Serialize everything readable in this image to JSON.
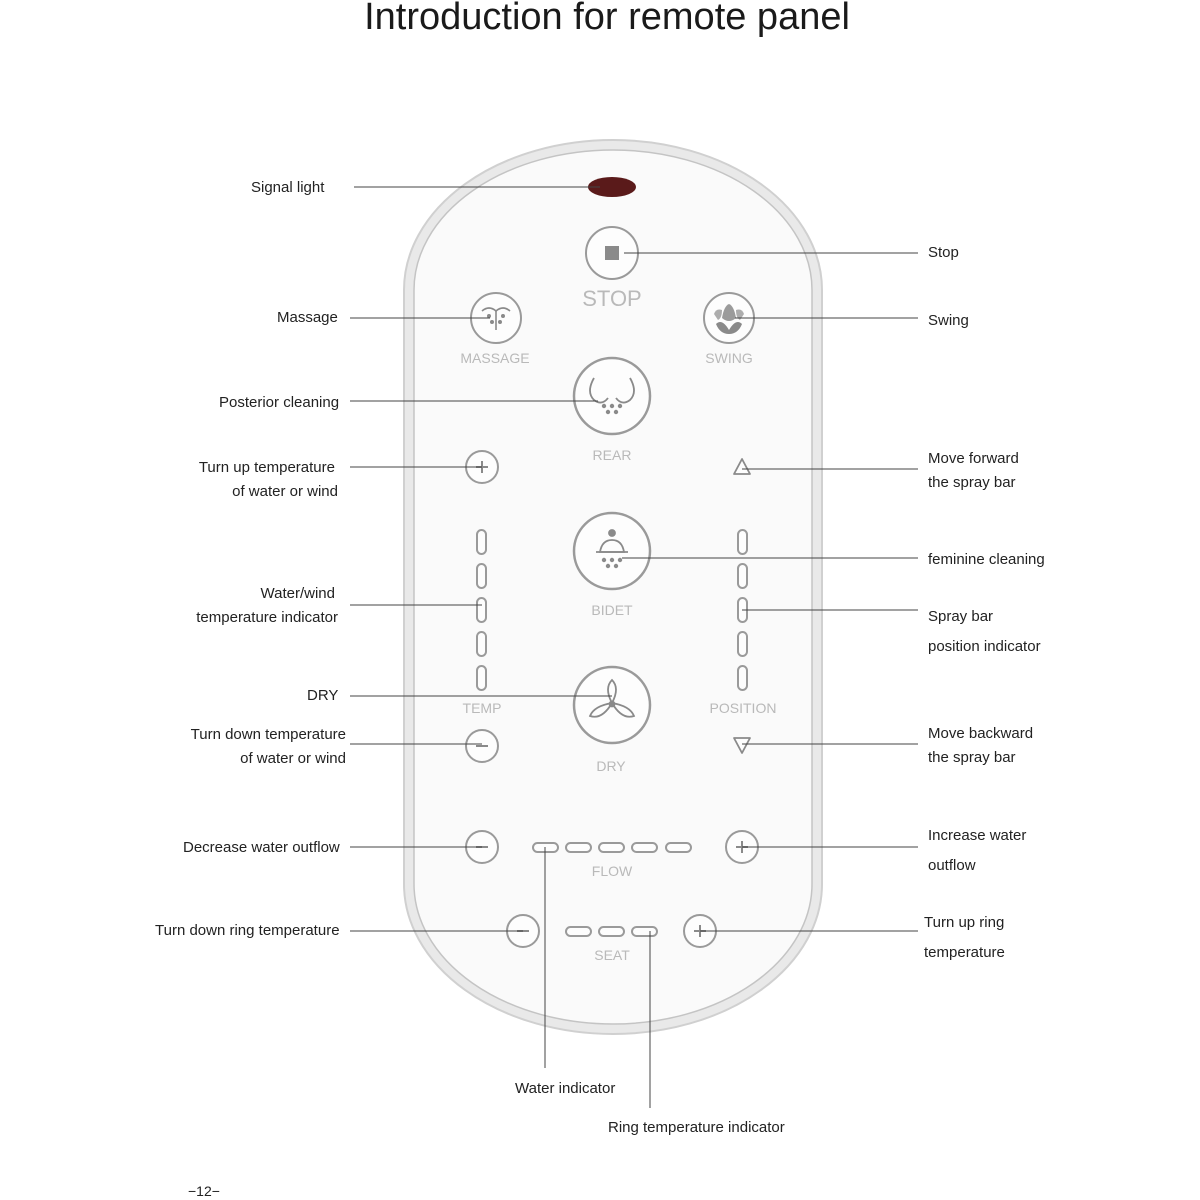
{
  "title": "Introduction for remote panel",
  "page_number": "−12−",
  "remote": {
    "stop_label": "STOP",
    "massage_label": "MASSAGE",
    "swing_label": "SWING",
    "rear_label": "REAR",
    "bidet_label": "BIDET",
    "temp_label": "TEMP",
    "position_label": "POSITION",
    "dry_label": "DRY",
    "flow_label": "FLOW",
    "seat_label": "SEAT"
  },
  "callouts": {
    "signal_light": "Signal light",
    "stop": "Stop",
    "massage": "Massage",
    "swing": "Swing",
    "posterior_cleaning": "Posterior cleaning",
    "temp_up_line1": "Turn up temperature",
    "temp_up_line2": "of water or wind",
    "move_forward_line1": "Move forward",
    "move_forward_line2": "the spray bar",
    "feminine_cleaning": "feminine cleaning",
    "temp_indicator_line1": "Water/wind",
    "temp_indicator_line2": "temperature indicator",
    "spray_indicator_line1": "Spray bar",
    "spray_indicator_line2": "position indicator",
    "dry": "DRY",
    "temp_down_line1": "Turn down temperature",
    "temp_down_line2": "of water or wind",
    "move_backward_line1": "Move backward",
    "move_backward_line2": "the spray bar",
    "decrease_flow": "Decrease water outflow",
    "increase_flow_line1": "Increase water",
    "increase_flow_line2": "outflow",
    "ring_down": "Turn down ring temperature",
    "ring_up_line1": "Turn up ring",
    "ring_up_line2": "temperature",
    "water_indicator": "Water indicator",
    "ring_indicator": "Ring temperature indicator"
  },
  "colors": {
    "signal_light": "#5a1a1a",
    "button_outline": "#9a9a9a",
    "remote_label": "#b9b9b9",
    "leader_line": "#444444"
  }
}
